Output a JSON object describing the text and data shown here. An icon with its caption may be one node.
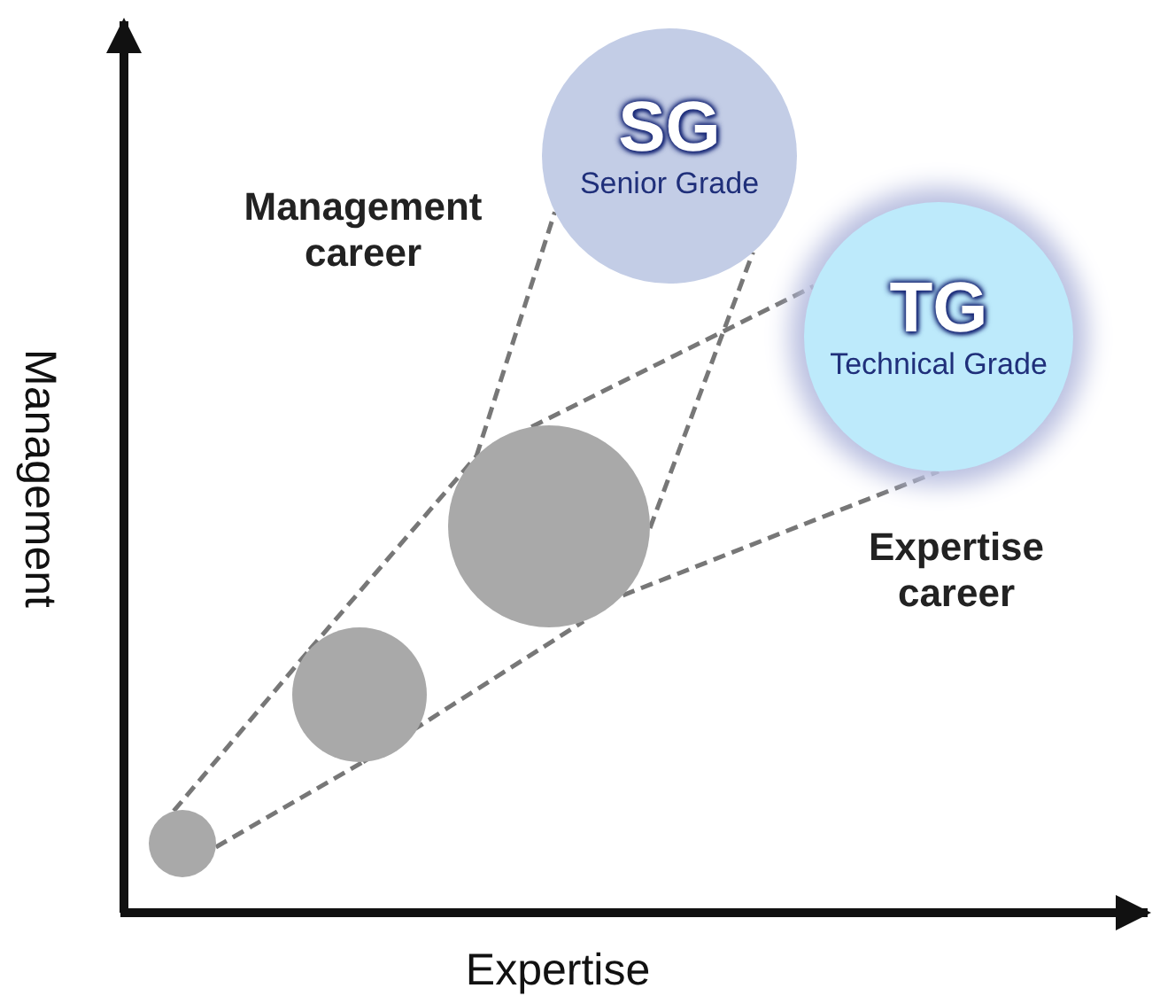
{
  "diagram": {
    "nodes": [
      {
        "text": [
          "SG",
          "Senior Grade"
        ]
      },
      {
        "text": [
          "TG",
          "Technical Grade"
        ]
      },
      {
        "text": [],
        "shape": "circle"
      },
      {
        "text": [],
        "shape": "circle"
      },
      {
        "text": [],
        "shape": "circle"
      }
    ],
    "edges": [
      {
        "from": 2,
        "to": 3,
        "arrow": "none",
        "style": "dashed"
      },
      {
        "from": 2,
        "to": 3,
        "arrow": "none",
        "style": "dashed"
      },
      {
        "from": 3,
        "to": 4,
        "arrow": "none",
        "style": "dashed"
      },
      {
        "from": 3,
        "to": 4,
        "arrow": "none",
        "style": "dashed"
      },
      {
        "from": 4,
        "to": 0,
        "arrow": "none",
        "style": "dashed"
      },
      {
        "from": 4,
        "to": 0,
        "arrow": "none",
        "style": "dashed"
      },
      {
        "from": 4,
        "to": 1,
        "arrow": "none",
        "style": "dashed"
      },
      {
        "from": 4,
        "to": 1,
        "arrow": "none",
        "style": "dashed"
      }
    ],
    "labels": [
      "Management career",
      "Management",
      "Expertise career",
      "Expertise"
    ]
  }
}
